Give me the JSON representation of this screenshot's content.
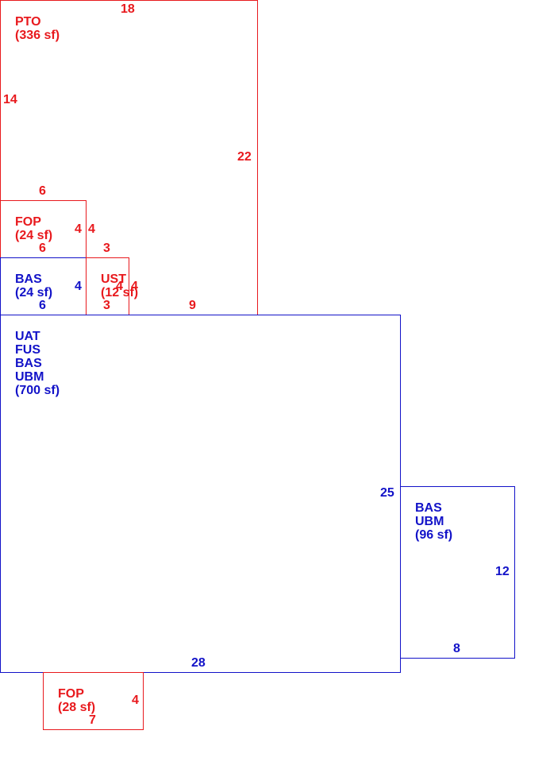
{
  "areas": {
    "pto": {
      "lines": [
        "PTO",
        "(336 sf)"
      ],
      "dims": {
        "top": "18",
        "left": "14",
        "right": "22",
        "bottom": "9"
      }
    },
    "fop_upper": {
      "lines": [
        "FOP",
        "(24 sf)"
      ],
      "dims": {
        "top": "6",
        "right": "4",
        "bottom": "6"
      }
    },
    "bas_small": {
      "lines": [
        "BAS",
        "(24 sf)"
      ],
      "dims": {
        "right": "4",
        "bottom": "6"
      }
    },
    "ust": {
      "lines": [
        "UST",
        "(12 sf)"
      ],
      "dims": {
        "top": "3",
        "left": "4",
        "right": "4",
        "bottom": "3"
      }
    },
    "main": {
      "lines": [
        "UAT",
        "FUS",
        "BAS",
        "UBM",
        "(700 sf)"
      ],
      "dims": {
        "right": "25",
        "bottom": "28"
      }
    },
    "bas_ubm": {
      "lines": [
        "BAS",
        "UBM",
        "(96 sf)"
      ],
      "dims": {
        "right": "12",
        "bottom": "8"
      }
    },
    "fop_lower": {
      "lines": [
        "FOP",
        "(28 sf)"
      ],
      "dims": {
        "right": "4",
        "bottom": "7"
      }
    }
  },
  "colors": {
    "red": "#e8191d",
    "blue": "#1212c8"
  }
}
